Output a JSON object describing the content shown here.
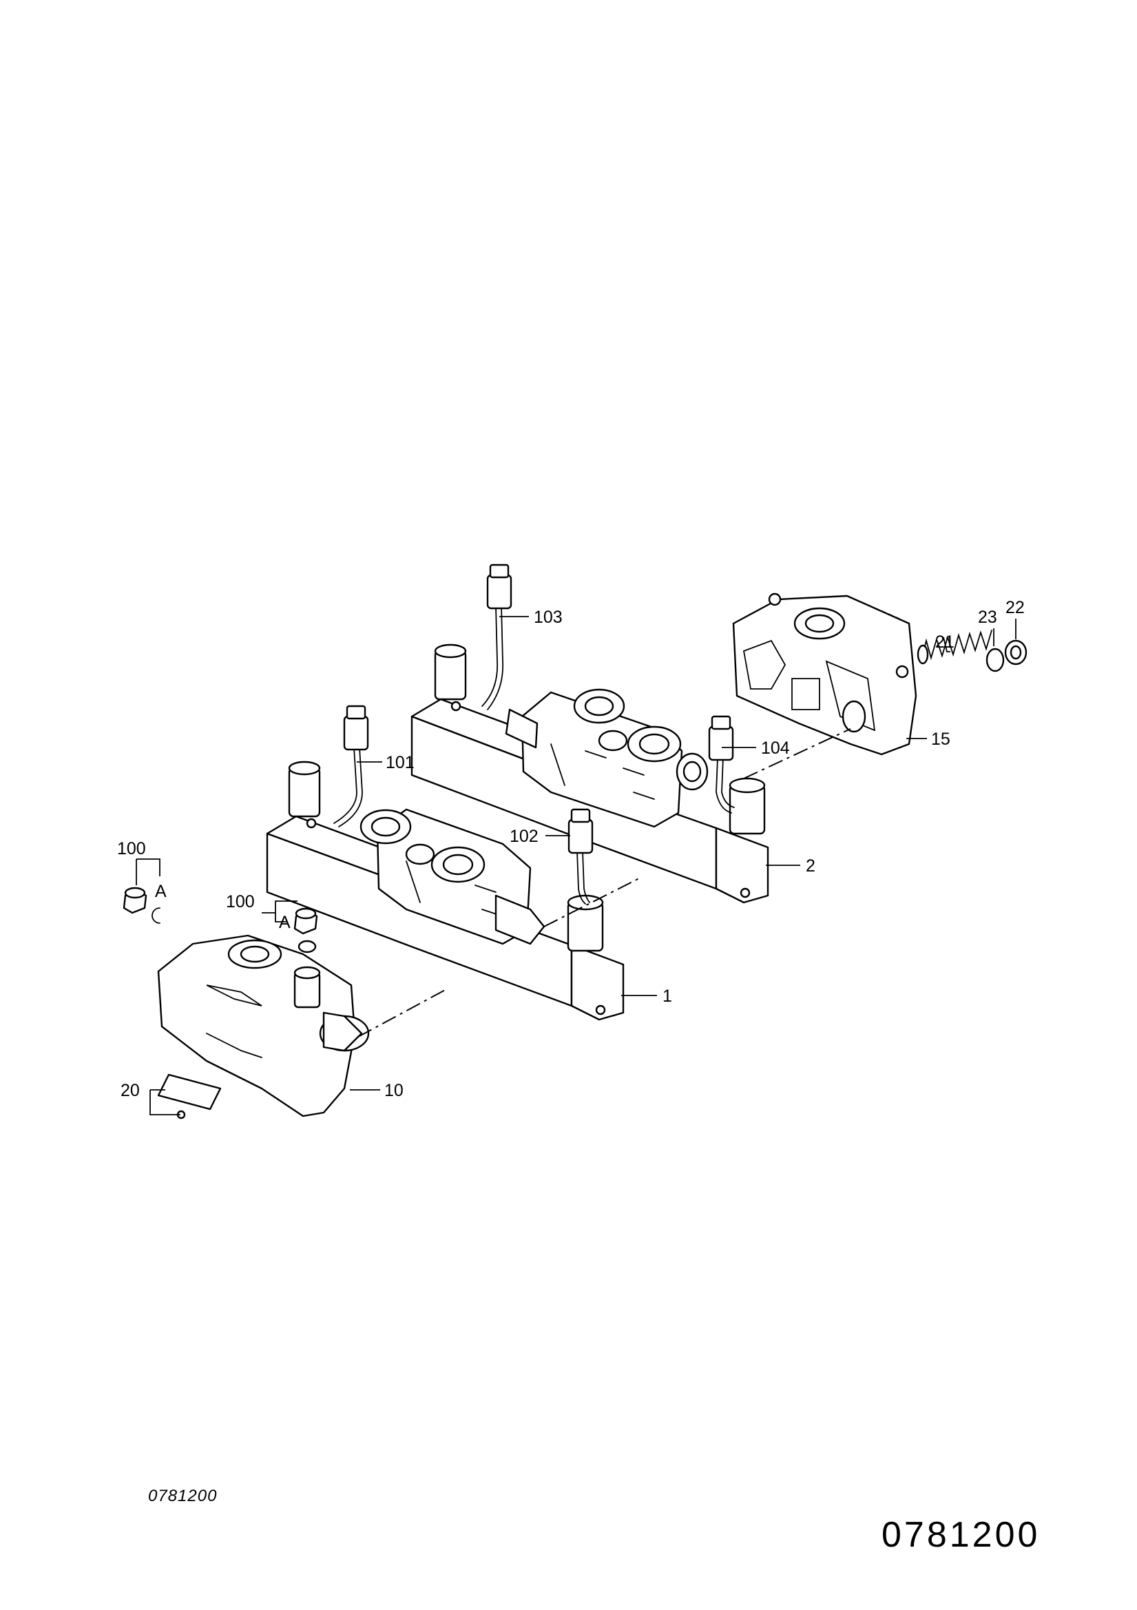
{
  "callouts": {
    "c1": "1",
    "c2": "2",
    "c10": "10",
    "c15": "15",
    "c20": "20",
    "c21": "21",
    "c22": "22",
    "c23": "23",
    "c100a": "100",
    "c100b": "100",
    "c101": "101",
    "c102": "102",
    "c103": "103",
    "c104": "104",
    "detailA1": "A",
    "detailA2": "A"
  },
  "reference": {
    "small": "0781200",
    "large": "0781200"
  }
}
